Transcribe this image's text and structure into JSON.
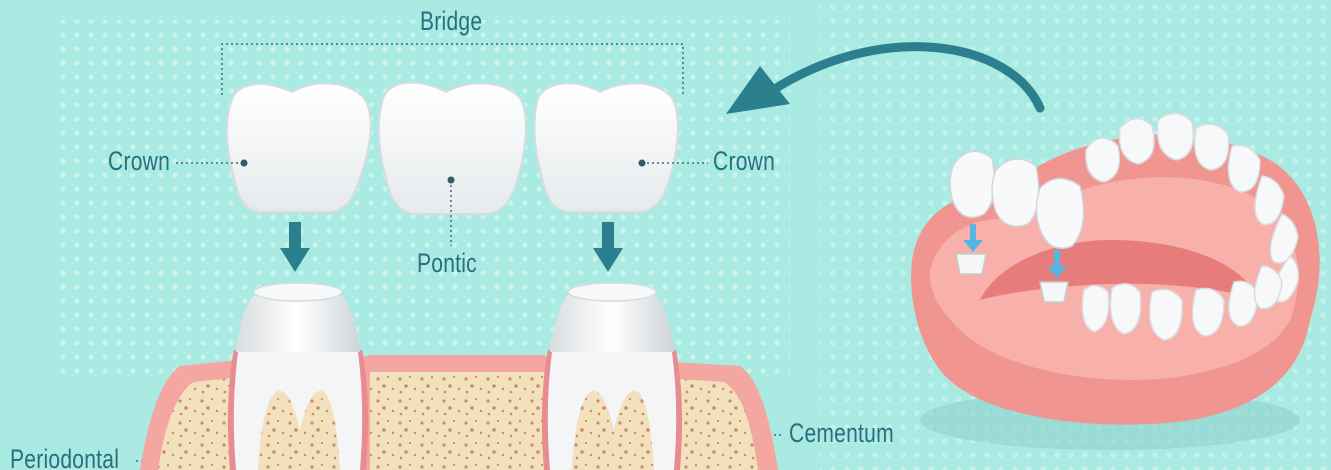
{
  "labels": {
    "bridge": "Bridge",
    "crown_left": "Crown",
    "crown_right": "Crown",
    "pontic": "Pontic",
    "cementum": "Cementum",
    "periodontal": "Periodontal"
  },
  "colors": {
    "background": "#a9ebe3",
    "label_text": "#27707c",
    "arrow": "#2c7f8d",
    "gum": "#f4a6a0",
    "bone": "#f3e0bd",
    "tooth": "#ffffff"
  },
  "icons": [
    "down-arrow-icon",
    "curved-arrow-icon"
  ]
}
